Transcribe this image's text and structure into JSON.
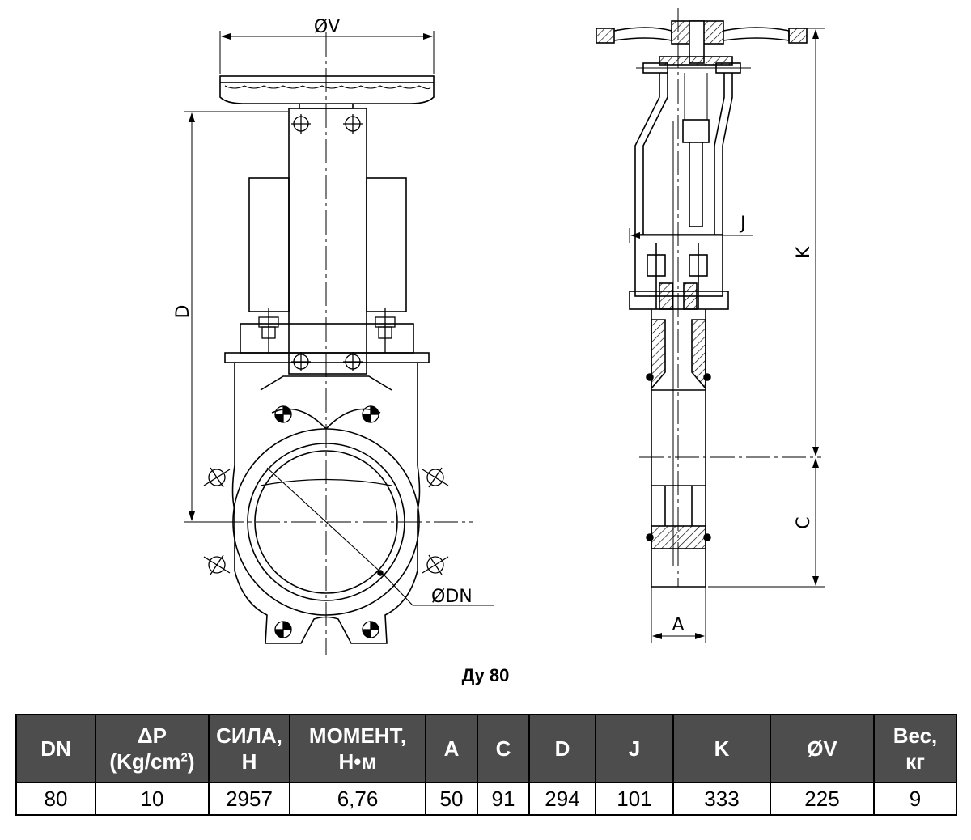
{
  "drawing": {
    "labels": {
      "v": "ØV",
      "d": "D",
      "dn": "ØDN",
      "j": "J",
      "k": "K",
      "c": "C",
      "a": "A"
    }
  },
  "caption": "Ду 80",
  "table": {
    "headers": {
      "dn": "DN",
      "dp_line1": "ΔP",
      "dp_line2": "(Kg/cm",
      "dp_sup": "2",
      "dp_close": ")",
      "force_line1": "СИЛА,",
      "force_line2": "Н",
      "torque_line1": "МОМЕНТ,",
      "torque_line2": "Н•м",
      "a": "A",
      "c": "C",
      "d": "D",
      "j": "J",
      "k": "K",
      "v": "ØV",
      "weight_line1": "Вес,",
      "weight_line2": "кг"
    },
    "row": {
      "dn": "80",
      "dp": "10",
      "force": "2957",
      "torque": "6,76",
      "a": "50",
      "c": "91",
      "d": "294",
      "j": "101",
      "k": "333",
      "v": "225",
      "weight": "9"
    }
  }
}
